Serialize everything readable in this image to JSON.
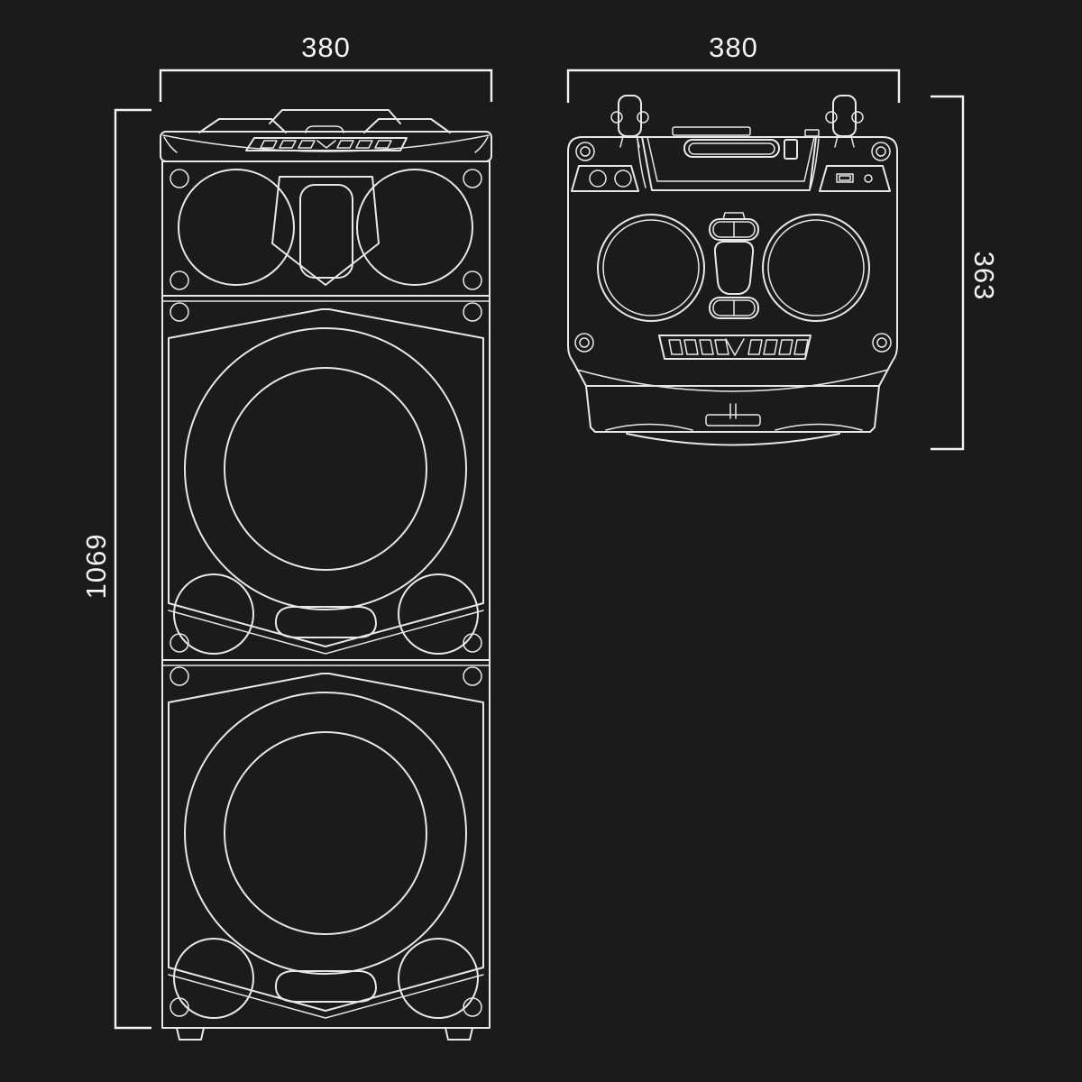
{
  "diagram": {
    "colors": {
      "background": "#1b1b1b",
      "line": "#e8e8e8",
      "dimension": "#f3f3f3"
    },
    "views": {
      "front": {
        "width_label": "380",
        "height_label": "1069"
      },
      "rear": {
        "width_label": "380",
        "depth_label": "363"
      }
    }
  }
}
